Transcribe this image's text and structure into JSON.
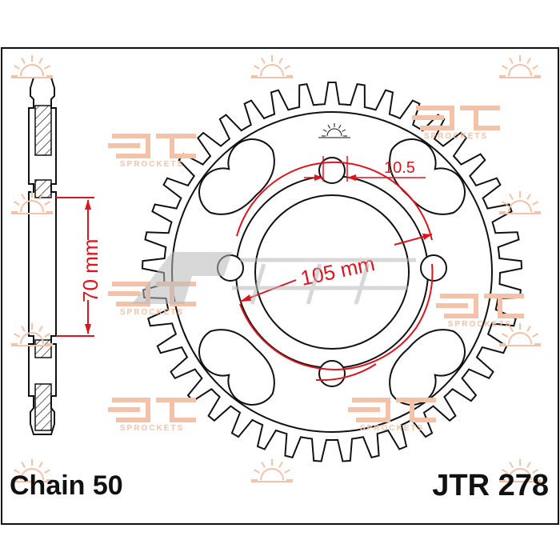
{
  "labels": {
    "chain": "Chain 50",
    "model": "JTR 278"
  },
  "dimensions": {
    "height": "70 mm",
    "bolt_circle": "105 mm",
    "bolt_hole": "10.5"
  },
  "watermarks": {
    "brand_text": "SPROCKETS",
    "overlay_logo": "2moto"
  },
  "sprocket": {
    "teeth": 41,
    "bolt_holes": 4
  },
  "colors": {
    "line": "#111111",
    "dimension": "#e0141e",
    "watermark": "#f3c2a8",
    "overlay": "#b8b8b8"
  }
}
